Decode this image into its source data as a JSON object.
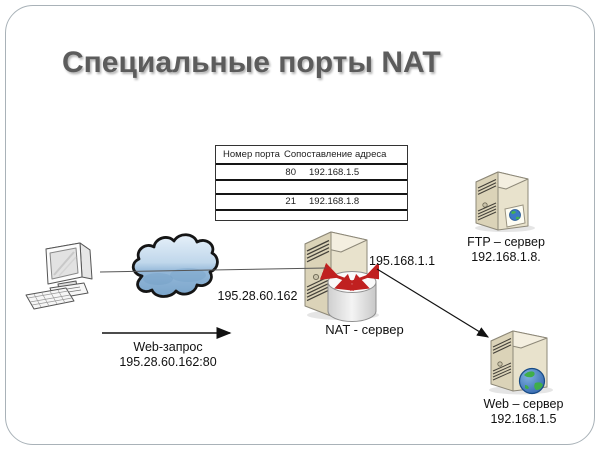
{
  "slide": {
    "title": "Специальные порты NAT"
  },
  "nat_table": {
    "headers": [
      "Номер порта",
      "Сопоставление адреса"
    ],
    "rows": [
      {
        "port": "80",
        "address": "192.168.1.5"
      },
      {
        "port": "21",
        "address": "192.168.1.8"
      }
    ]
  },
  "labels": {
    "client_public_ip": "195.28.60.162",
    "nat_external_ip": "195.168.1.1",
    "nat_server": "NAT - сервер",
    "web_request_caption": "Web-запрос",
    "web_request_target": "195.28.60.162:80",
    "ftp_server_name": "FTP – сервер",
    "ftp_server_ip": "192.168.1.8.",
    "web_server_name": "Web – сервер",
    "web_server_ip": "192.168.1.5"
  },
  "icons": {
    "client": "desktop-computer-icon",
    "internet": "cloud-icon",
    "nat": "server-tower-router-icon",
    "ftp": "server-tower-document-icon",
    "web": "server-tower-globe-icon"
  },
  "colors": {
    "title": "#5c5c5c",
    "frame_border": "#a9b2b8",
    "server_front": "#dbd3b8",
    "server_side": "#e8e2cc",
    "server_top": "#f4efe0",
    "cloud_top": "#e6f0f9",
    "cloud_bottom": "#7aa5cb",
    "router_arrow": "#c02020",
    "connector_line": "#555555",
    "arrow": "#111111"
  }
}
